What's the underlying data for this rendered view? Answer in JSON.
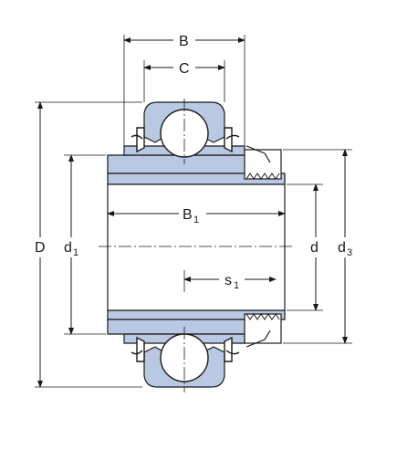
{
  "colors": {
    "steel": "#b9c9e4",
    "steel_dark": "#9fb3d6",
    "line": "#1a1a1a",
    "background": "#ffffff"
  },
  "labels": {
    "B": "B",
    "C": "C",
    "B1": "B",
    "B1_sub": "1",
    "D": "D",
    "d1": "d",
    "d1_sub": "1",
    "d": "d",
    "d3": "d",
    "d3_sub": "3",
    "s1": "s",
    "s1_sub": "1"
  }
}
